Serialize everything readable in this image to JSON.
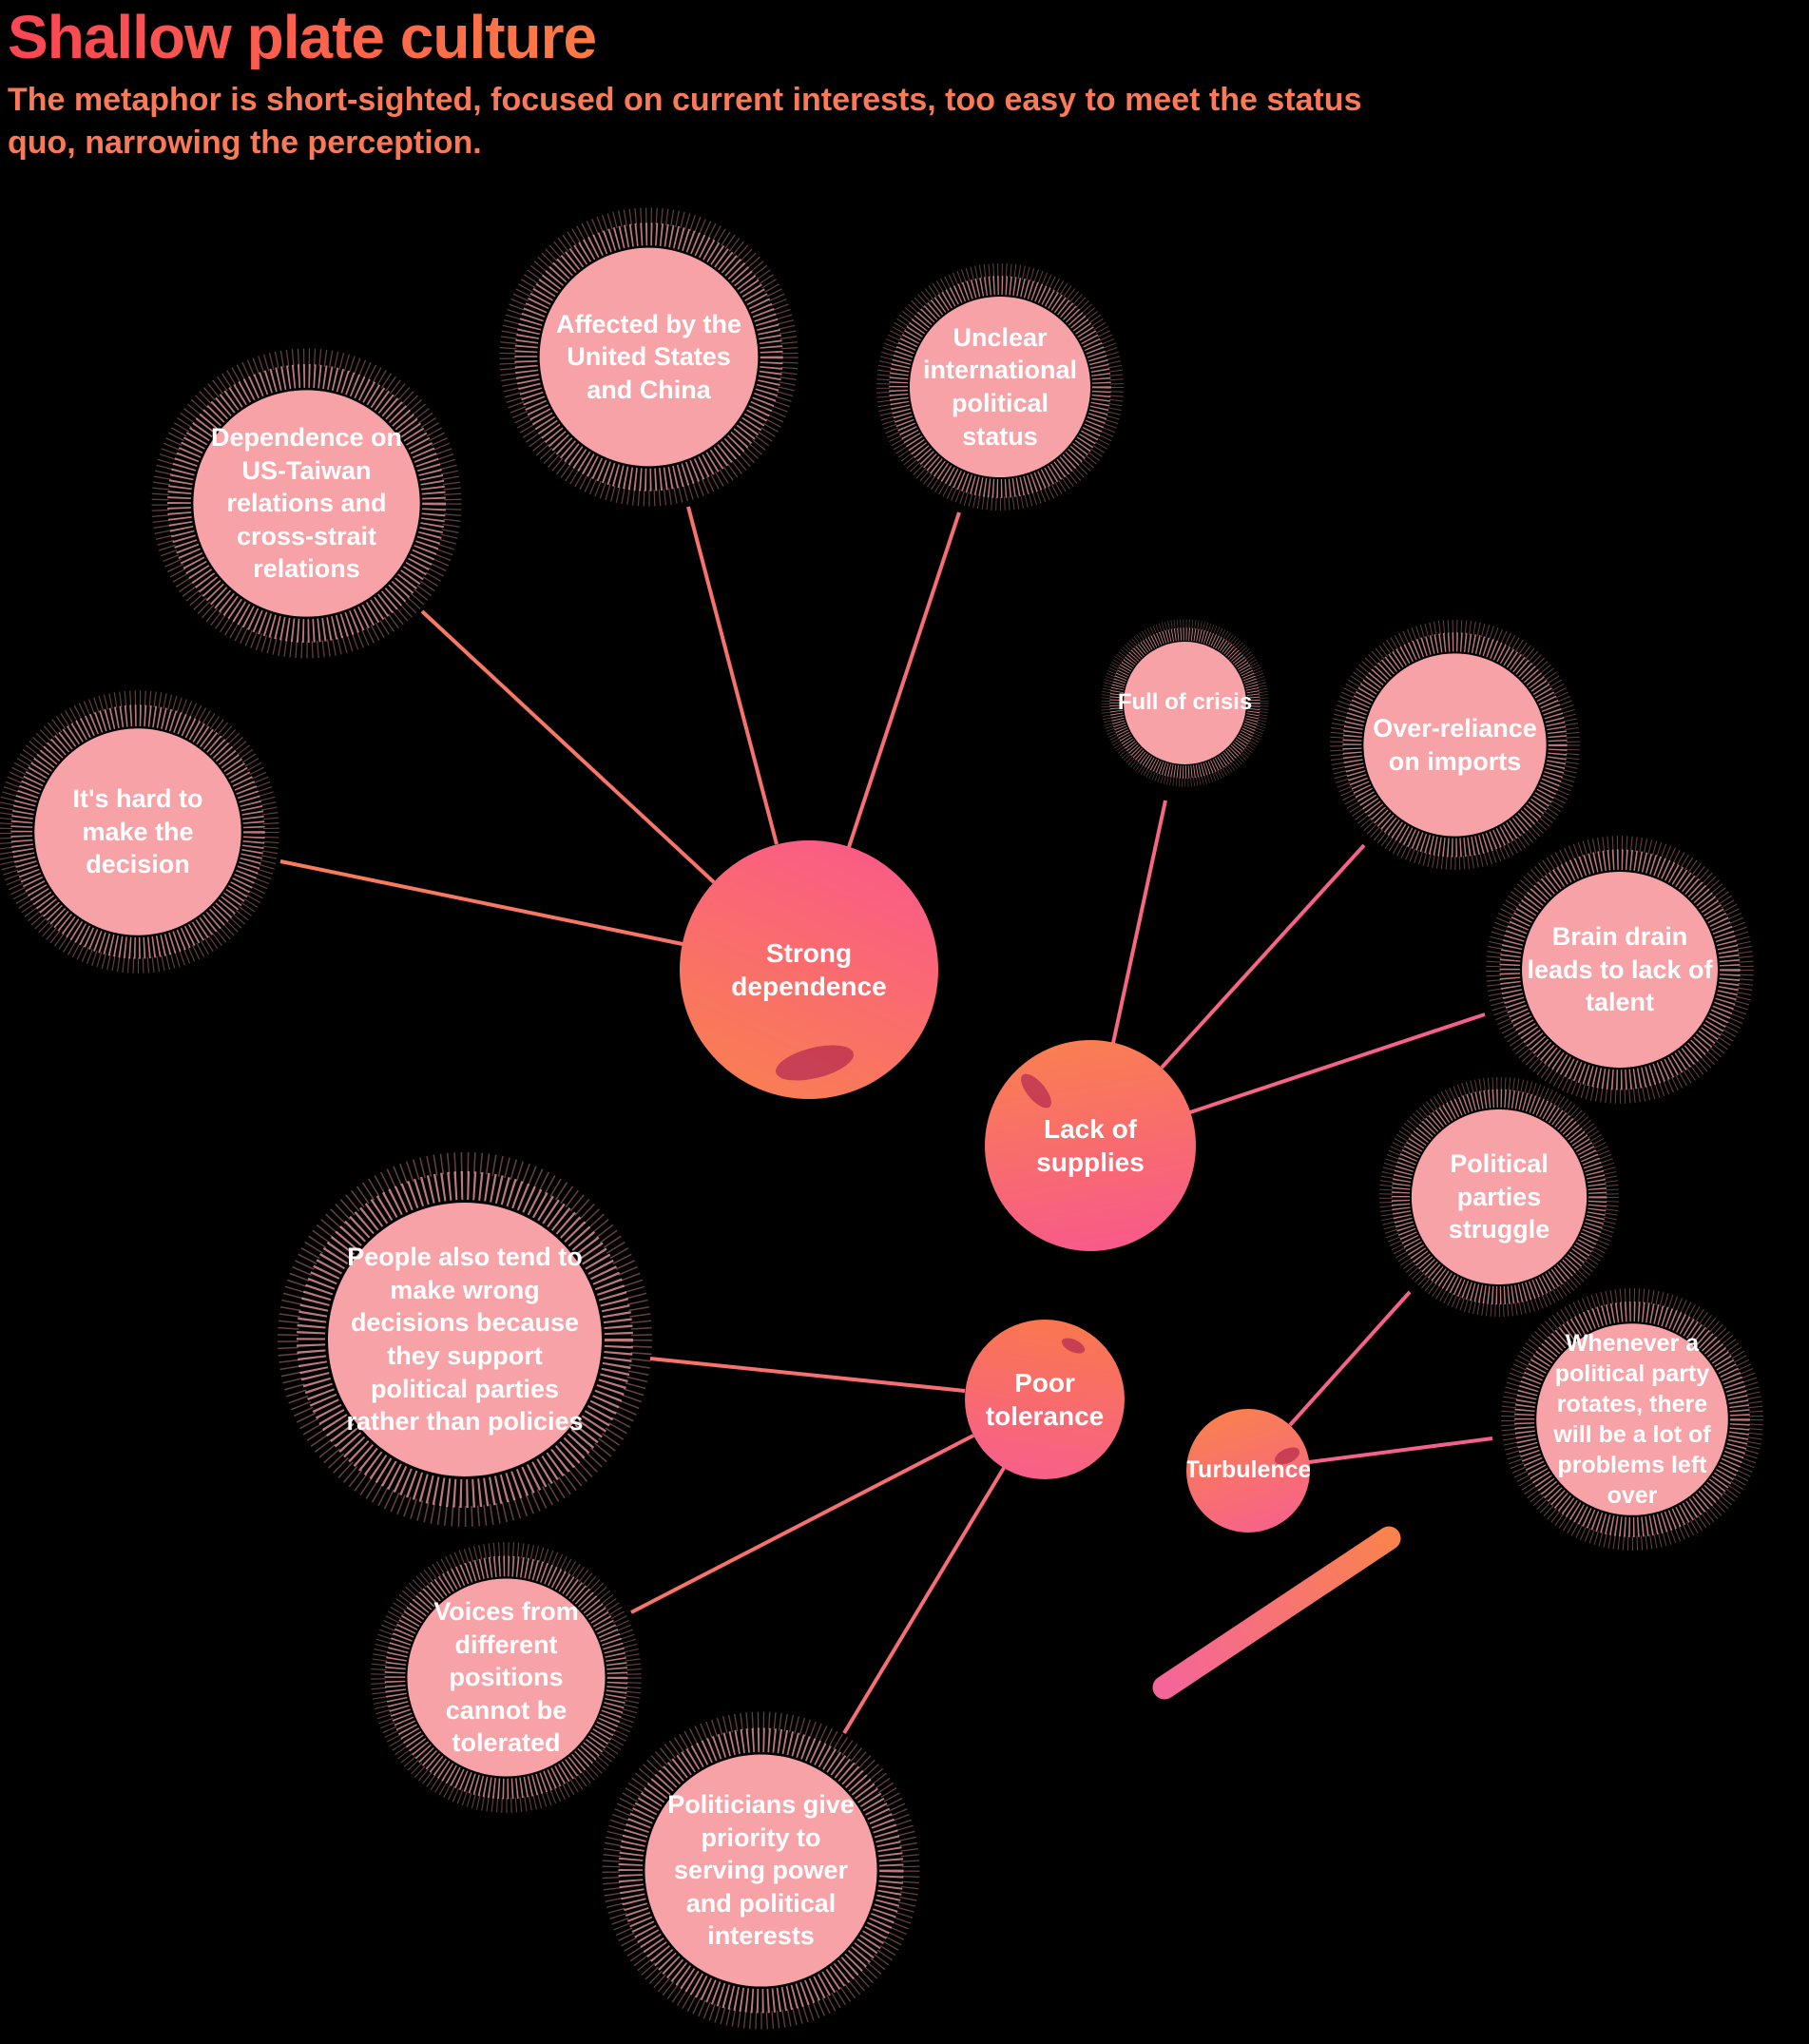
{
  "header": {
    "title": "Shallow plate culture",
    "subtitle": "The metaphor is short-sighted, focused on current interests, too easy to meet the status quo, narrowing the perception."
  },
  "colors": {
    "background": "#000000",
    "title_gradient_start": "#fb4554",
    "title_gradient_end": "#fc7b45",
    "subtitle_text": "#f97a58",
    "bubble_pink": "#f7a2a7",
    "core_pink": "#f95e8c",
    "core_orange": "#f97e52",
    "crater_red": "#c23a53",
    "connector_orange": "#f9854d",
    "connector_pink": "#f3579c"
  },
  "central_nodes": [
    {
      "id": "strong-dependence",
      "label": "Strong dependence"
    },
    {
      "id": "lack-of-supplies",
      "label": "Lack of supplies"
    },
    {
      "id": "poor-tolerance",
      "label": "Poor tolerance"
    },
    {
      "id": "turbulence",
      "label": "Turbulence"
    }
  ],
  "satellites": [
    {
      "label": "Affected by the United States and China",
      "parent": "Strong dependence"
    },
    {
      "label": "Unclear international political status",
      "parent": "Strong dependence"
    },
    {
      "label": "Dependence on US-Taiwan relations and cross-strait relations",
      "parent": "Strong dependence"
    },
    {
      "label": "It's hard to make the decision",
      "parent": "Strong dependence"
    },
    {
      "label": "Full of crisis",
      "parent": "Lack of supplies"
    },
    {
      "label": "Over-reliance on imports",
      "parent": "Lack of supplies"
    },
    {
      "label": "Brain drain leads to lack of talent",
      "parent": "Lack of supplies"
    },
    {
      "label": "Political parties struggle",
      "parent": "Turbulence"
    },
    {
      "label": "People also tend to make wrong decisions because they support political parties rather than policies",
      "parent": "Poor tolerance"
    },
    {
      "label": "Whenever a political party rotates, there will be a lot of problems left over",
      "parent": "Turbulence"
    },
    {
      "label": "Voices from different positions cannot be tolerated",
      "parent": "Poor tolerance"
    },
    {
      "label": "Politicians give priority to serving power and political interests",
      "parent": "Poor tolerance"
    }
  ]
}
